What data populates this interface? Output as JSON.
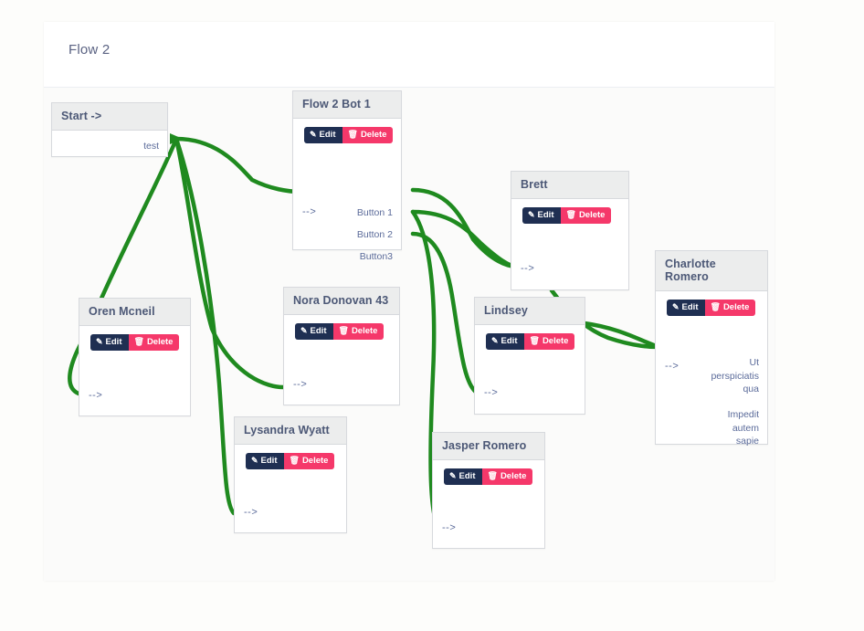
{
  "card": {
    "title": "Flow 2"
  },
  "theme": {
    "canvas_bg": "#fbfbfa",
    "page_bg": "#fdfdfb",
    "node_header_bg": "#eceded",
    "node_border": "#d7d9dd",
    "edge_color": "#1f8a1f",
    "edit_color": "#1f2f52",
    "delete_color": "#f5386a",
    "title_color": "#5a6282",
    "port_text_color": "#5b6b9a"
  },
  "buttons": {
    "edit_label": "Edit",
    "delete_label": "Delete",
    "edit_icon": "pencil-square-icon",
    "delete_icon": "trash-icon"
  },
  "nodes": [
    {
      "id": "start",
      "title": "Start ->",
      "has_buttons": false,
      "inputs": [],
      "outputs": [
        "test"
      ]
    },
    {
      "id": "flow2bot1",
      "title": "Flow 2 Bot 1",
      "has_buttons": true,
      "inputs": [
        "-->"
      ],
      "outputs": [
        "Button 1",
        "Button 2",
        "Button3"
      ]
    },
    {
      "id": "oren",
      "title": "Oren Mcneil",
      "has_buttons": true,
      "inputs": [
        "-->"
      ],
      "outputs": []
    },
    {
      "id": "nora",
      "title": "Nora Donovan 43",
      "has_buttons": true,
      "inputs": [
        "-->"
      ],
      "outputs": []
    },
    {
      "id": "lysandra",
      "title": "Lysandra Wyatt",
      "has_buttons": true,
      "inputs": [
        "-->"
      ],
      "outputs": []
    },
    {
      "id": "jasper",
      "title": "Jasper Romero",
      "has_buttons": true,
      "inputs": [
        "-->"
      ],
      "outputs": []
    },
    {
      "id": "brett",
      "title": "Brett",
      "has_buttons": true,
      "inputs": [
        "-->"
      ],
      "outputs": []
    },
    {
      "id": "lindsey",
      "title": "Lindsey",
      "has_buttons": true,
      "inputs": [
        "-->"
      ],
      "outputs": []
    },
    {
      "id": "charlotte",
      "title": "Charlotte Romero",
      "has_buttons": true,
      "inputs": [
        "-->"
      ],
      "outputs": [
        "Ut perspiciatis qua",
        "Impedit autem sapie"
      ]
    }
  ],
  "charlotte_ports": {
    "port1_line1": "Ut",
    "port1_line2": "perspiciatis",
    "port1_line3": "qua",
    "port2_line1": "Impedit",
    "port2_line2": "autem",
    "port2_line3": "sapie"
  }
}
